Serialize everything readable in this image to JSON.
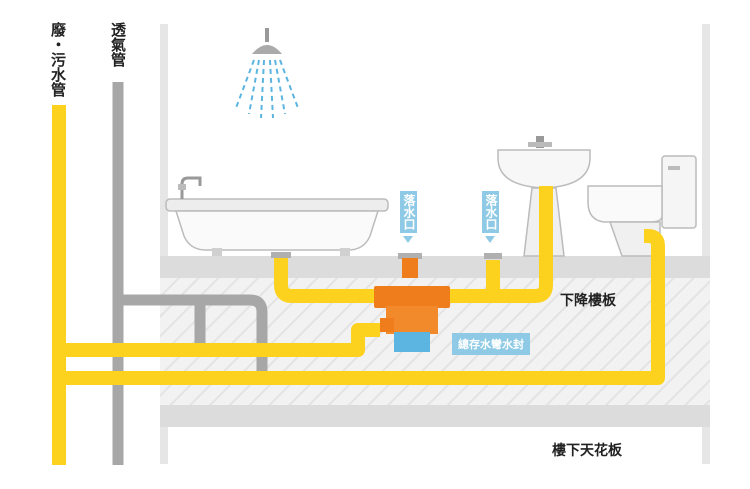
{
  "labels": {
    "waste_pipe": "廢・污水管",
    "vent_pipe": "透氣管",
    "floor_drain_1": "落水口",
    "floor_drain_2": "落水口",
    "lowered_slab": "下降樓板",
    "water_seal": "總存水彎水封",
    "ceiling_below": "樓下天花板"
  },
  "colors": {
    "pipe_yellow": "#fcd21f",
    "vent_gray": "#a7a7a7",
    "trap_orange": "#f07d1c",
    "trap_water": "#5bb5e0",
    "tag_blue": "#8ecae6",
    "slab_gray": "#dcdcdc",
    "wall_gray": "#e6e6e6"
  },
  "icons": [
    "shower-head-icon",
    "bathtub-icon",
    "washbasin-icon",
    "toilet-icon",
    "faucet-icon"
  ]
}
